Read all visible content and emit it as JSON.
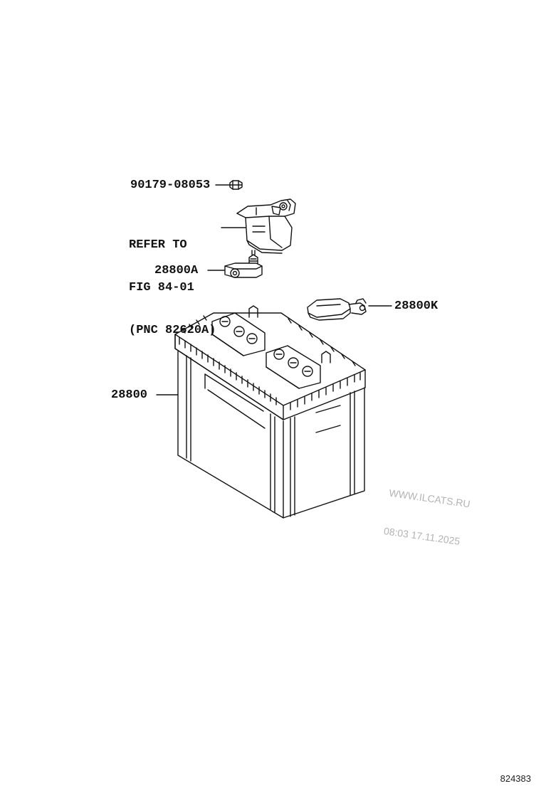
{
  "callouts": {
    "bolt": "90179-08053",
    "terminal_clamp": "28800A",
    "terminal_cover": "28800K",
    "battery": "28800"
  },
  "reference_note": {
    "line1": "REFER TO",
    "line2": "FIG 84-01",
    "line3": "(PNC 82620A)"
  },
  "watermark": {
    "line1": "WWW.ILCATS.RU",
    "line2": "08:03 17.11.2025"
  },
  "diagram_id": "824383",
  "colors": {
    "ink": "#111111",
    "watermark": "#b4b4b4",
    "background": "#ffffff"
  }
}
